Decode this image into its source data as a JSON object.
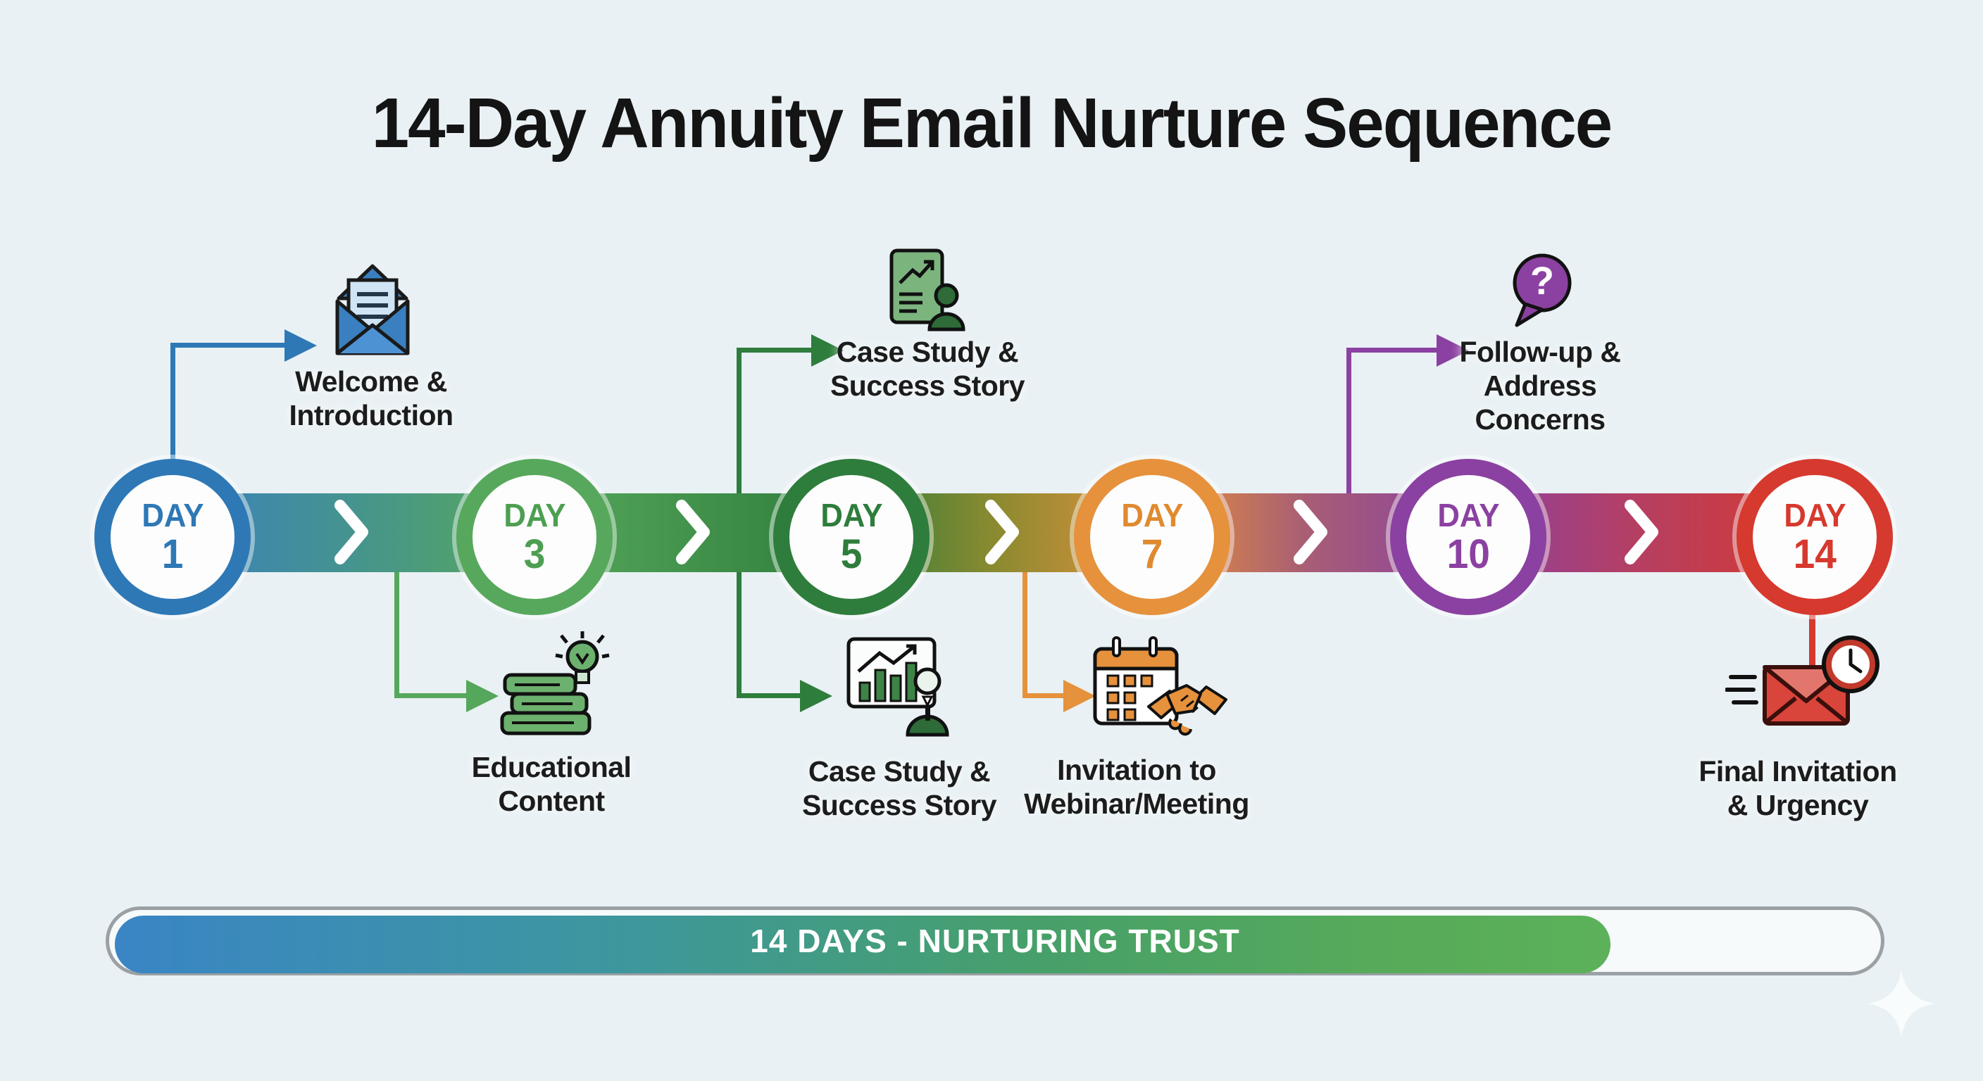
{
  "title": "14-Day Annuity Email Nurture Sequence",
  "day_word": "DAY",
  "days": [
    {
      "number": "1",
      "color": "#2e78b6"
    },
    {
      "number": "3",
      "color": "#57a85c"
    },
    {
      "number": "5",
      "color": "#2e7d3c"
    },
    {
      "number": "7",
      "color": "#e6913c"
    },
    {
      "number": "10",
      "color": "#8b41a1"
    },
    {
      "number": "14",
      "color": "#d6392e"
    }
  ],
  "callouts": [
    {
      "id": "welcome",
      "lines": [
        "Welcome &",
        "Introduction"
      ],
      "icon": "open-envelope-icon"
    },
    {
      "id": "educational",
      "lines": [
        "Educational",
        "Content"
      ],
      "icon": "books-lightbulb-icon"
    },
    {
      "id": "case-study-top",
      "lines": [
        "Case Study &",
        "Success Story"
      ],
      "icon": "report-person-icon"
    },
    {
      "id": "case-study-bottom",
      "lines": [
        "Case Study &",
        "Success Story"
      ],
      "icon": "chart-presenter-icon"
    },
    {
      "id": "invitation",
      "lines": [
        "Invitation to",
        "Webinar/Meeting"
      ],
      "icon": "calendar-handshake-icon"
    },
    {
      "id": "follow-up",
      "lines": [
        "Follow-up &",
        "Address",
        "Concerns"
      ],
      "icon": "question-bubble-icon"
    },
    {
      "id": "final",
      "lines": [
        "Final Invitation",
        "& Urgency"
      ],
      "icon": "urgent-email-clock-icon"
    }
  ],
  "progress_bar": {
    "label": "14 DAYS - NURTURING TRUST",
    "fill_percent": 84
  },
  "colors": {
    "background": "#e9f1f4",
    "band_gradient": [
      "#3b80bd",
      "#57a85c",
      "#2e7d3c",
      "#8a8a30",
      "#e6913c",
      "#a85e74",
      "#8b41a1",
      "#b53f63",
      "#d6392e"
    ],
    "bar_border": "#9aa0a3",
    "bar_fill_start": "#3a85c5",
    "bar_fill_end": "#5cb15a",
    "text": "#1c1c1c"
  }
}
